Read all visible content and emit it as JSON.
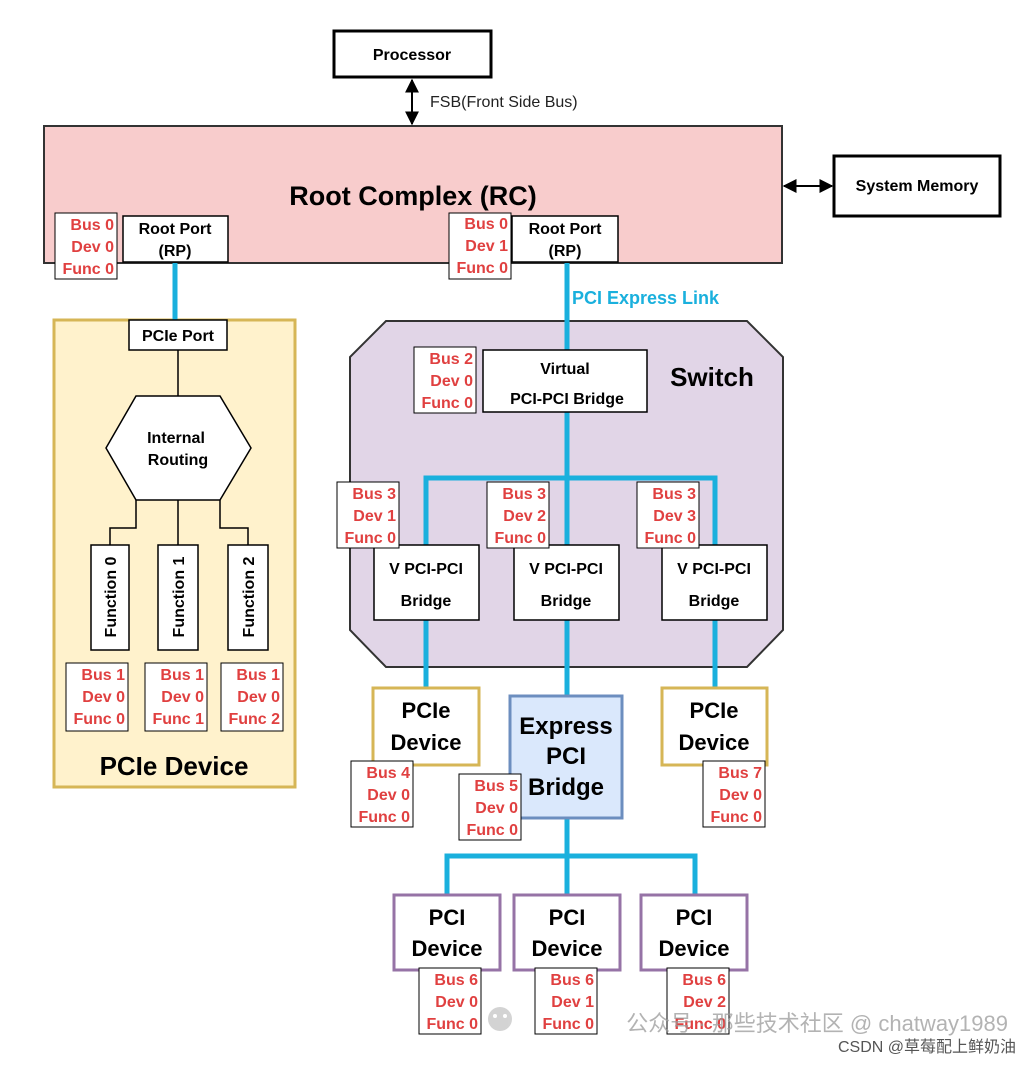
{
  "processor": "Processor",
  "fsb": "FSB(Front Side Bus)",
  "root_complex": "Root Complex (RC)",
  "system_memory": "System Memory",
  "root_port_left": {
    "line1": "Root Port",
    "line2": "(RP)"
  },
  "root_port_right": {
    "line1": "Root Port",
    "line2": "(RP)"
  },
  "pci_express_link": "PCI Express Link",
  "pcie_port": "PCIe Port",
  "internal_routing": {
    "line1": "Internal",
    "line2": "Routing"
  },
  "functions": [
    "Function 0",
    "Function 1",
    "Function 2"
  ],
  "pcie_device_container": "PCIe Device",
  "switch_title": "Switch",
  "virtual_bridge": {
    "line1": "Virtual",
    "line2": "PCI-PCI Bridge"
  },
  "v_bridges": [
    {
      "line1": "V PCI-PCI",
      "line2": "Bridge"
    },
    {
      "line1": "V PCI-PCI",
      "line2": "Bridge"
    },
    {
      "line1": "V PCI-PCI",
      "line2": "Bridge"
    }
  ],
  "pcie_device_left": {
    "line1": "PCIe",
    "line2": "Device"
  },
  "pcie_device_right": {
    "line1": "PCIe",
    "line2": "Device"
  },
  "express_pci_bridge": {
    "line1": "Express",
    "line2": "PCI",
    "line3": "Bridge"
  },
  "pci_devices": [
    {
      "line1": "PCI",
      "line2": "Device"
    },
    {
      "line1": "PCI",
      "line2": "Device"
    },
    {
      "line1": "PCI",
      "line2": "Device"
    }
  ],
  "bdf": {
    "rp_left": [
      "Bus 0",
      "Dev 0",
      "Func 0"
    ],
    "rp_right": [
      "Bus 0",
      "Dev 1",
      "Func 0"
    ],
    "func0": [
      "Bus 1",
      "Dev 0",
      "Func 0"
    ],
    "func1": [
      "Bus 1",
      "Dev 0",
      "Func 1"
    ],
    "func2": [
      "Bus 1",
      "Dev 0",
      "Func 2"
    ],
    "virtual_bridge": [
      "Bus 2",
      "Dev 0",
      "Func 0"
    ],
    "vb1": [
      "Bus 3",
      "Dev 1",
      "Func 0"
    ],
    "vb2": [
      "Bus 3",
      "Dev 2",
      "Func 0"
    ],
    "vb3": [
      "Bus 3",
      "Dev 3",
      "Func 0"
    ],
    "pcie_left": [
      "Bus 4",
      "Dev 0",
      "Func 0"
    ],
    "express_bridge": [
      "Bus 5",
      "Dev 0",
      "Func 0"
    ],
    "pcie_right": [
      "Bus 7",
      "Dev 0",
      "Func 0"
    ],
    "pci1": [
      "Bus 6",
      "Dev 0",
      "Func 0"
    ],
    "pci2": [
      "Bus 6",
      "Dev 1",
      "Func 0"
    ],
    "pci3": [
      "Bus 6",
      "Dev 2",
      "Func 0"
    ]
  },
  "watermark": {
    "line1": "公众号 · 那些技术社区 @ chatway1989",
    "line2": "CSDN @草莓配上鲜奶油"
  },
  "colors": {
    "link": "#1ab0dd",
    "root_complex_fill": "#f8cccc",
    "pcie_device_fill": "#fff2cc",
    "pcie_device_border": "#d6b656",
    "switch_fill": "#e1d5e7",
    "pci_device_border": "#9673a6",
    "express_bridge_fill": "#dae8fc",
    "express_bridge_border": "#6c8ebf",
    "bdf_text": "#e04040"
  }
}
